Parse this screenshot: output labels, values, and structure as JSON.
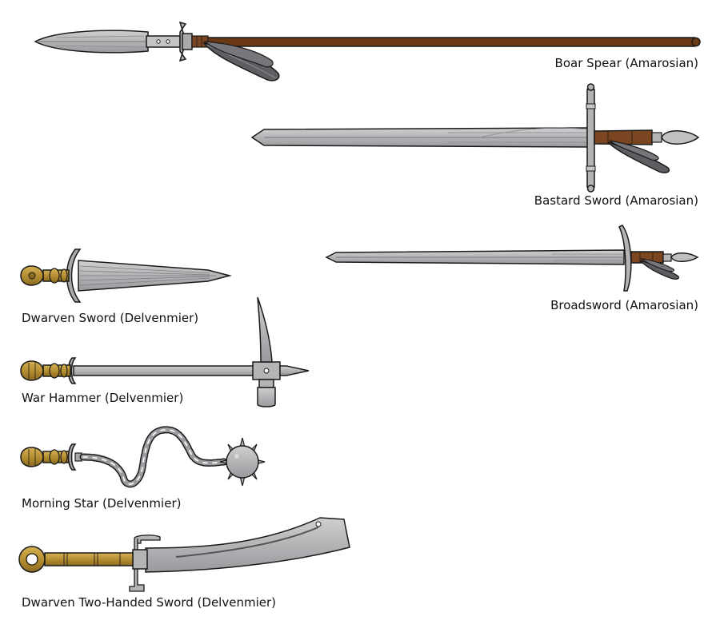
{
  "colors": {
    "steel": "#b9b9bb",
    "steel_dark": "#8e8e92",
    "steel_light": "#d9d9db",
    "outline": "#1a1a1a",
    "wood": "#6b3a14",
    "leather": "#7a4520",
    "feather": "#66666a",
    "brass": "#b08a2e",
    "brass_light": "#d2ad4a"
  },
  "weapons": [
    {
      "name": "boar-spear",
      "label": "Boar Spear (Amarosian)"
    },
    {
      "name": "bastard-sword",
      "label": "Bastard Sword (Amarosian)"
    },
    {
      "name": "broadsword",
      "label": "Broadsword (Amarosian)"
    },
    {
      "name": "dwarven-sword",
      "label": "Dwarven Sword (Delvenmier)"
    },
    {
      "name": "war-hammer",
      "label": "War Hammer (Delvenmier)"
    },
    {
      "name": "morning-star",
      "label": "Morning Star (Delvenmier)"
    },
    {
      "name": "dwarven-two-handed-sword",
      "label": "Dwarven Two-Handed Sword (Delvenmier)"
    }
  ]
}
